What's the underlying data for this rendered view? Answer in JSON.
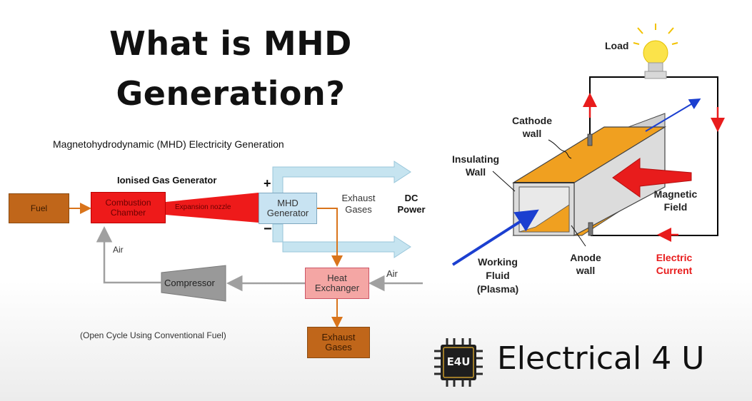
{
  "title_line1": "What is MHD",
  "title_line2": "Generation?",
  "flow": {
    "heading": "Magnetohydrodynamic (MHD) Electricity Generation",
    "ionised_label": "Ionised Gas Generator",
    "fuel": "Fuel",
    "combustion": "Combustion Chamber",
    "nozzle": "Expansion nozzle",
    "mhd": "MHD Generator",
    "plus": "+",
    "minus": "−",
    "exhaust_gases_label": "Exhaust Gases",
    "dc_power": "DC Power",
    "air_left": "Air",
    "air_right": "Air",
    "compressor": "Compressor",
    "heat_exchanger": "Heat Exchanger",
    "exhaust_box": "Exhaust Gases",
    "caption": "(Open Cycle Using Conventional Fuel)"
  },
  "schematic": {
    "load": "Load",
    "cathode": "Cathode wall",
    "insulating": "Insulating Wall",
    "magnetic": "Magnetic Field",
    "working": "Working Fluid (Plasma)",
    "anode": "Anode wall",
    "current": "Electric Current"
  },
  "brand": {
    "logo_text": "E4U",
    "name": "Electrical 4 U"
  },
  "colors": {
    "fuel_box": "#c0661a",
    "combustion_red": "#ee1a1a",
    "mhd_box": "#c8e3f2",
    "pipe_blue": "#c6e4f0",
    "orange_line": "#d9741b",
    "heat_box": "#f4a6a4",
    "compressor_gray": "#999999",
    "duct_orange": "#f0a020",
    "arrow_red": "#e81c1c",
    "arrow_blue": "#1b3fd0"
  }
}
